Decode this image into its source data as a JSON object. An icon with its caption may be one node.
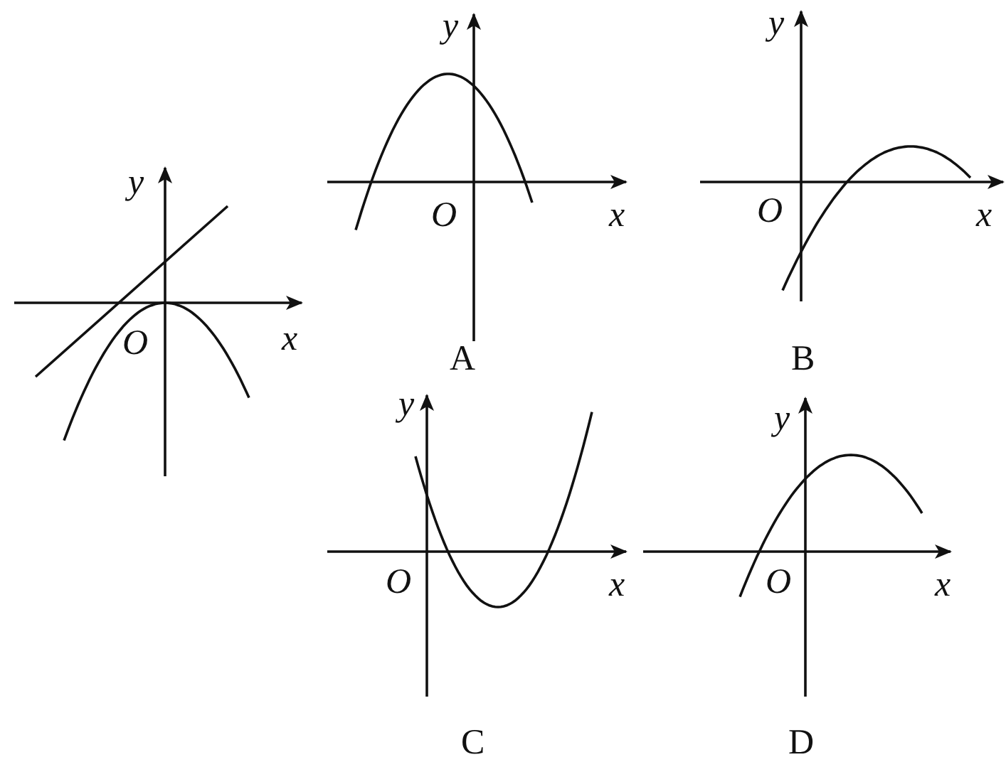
{
  "diagram": {
    "labels": [
      "y",
      "O",
      "x",
      "y",
      "O",
      "x",
      "A",
      "y",
      "O",
      "x",
      "B",
      "y",
      "O",
      "x",
      "C",
      "y",
      "O",
      "x",
      "D"
    ]
  }
}
